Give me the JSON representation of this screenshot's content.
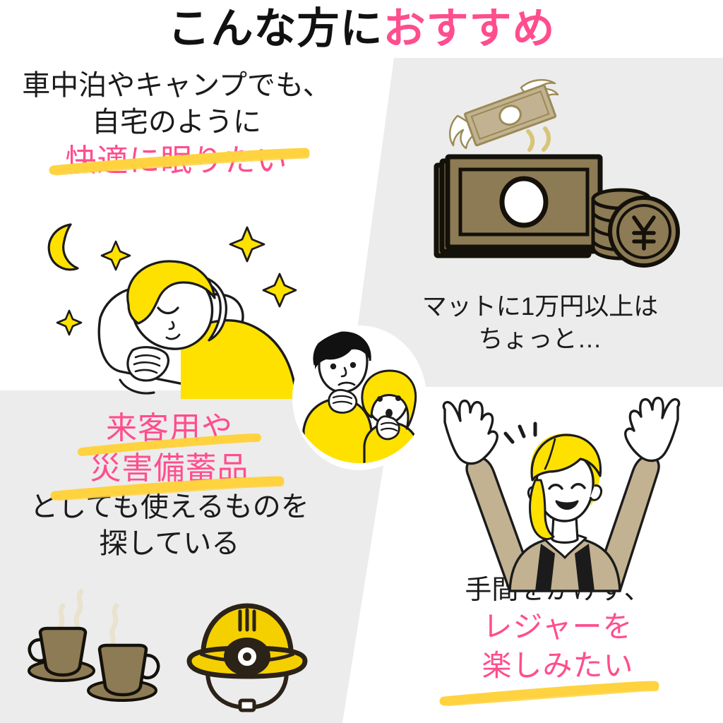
{
  "title": {
    "black_part": "こんな方に",
    "pink_part": "おすすめ"
  },
  "colors": {
    "pink": "#FF4D8D",
    "yellow": "#FFE100",
    "marker_yellow": "#FFD23F",
    "panel_gray": "#ECECEC",
    "ink": "#1B1B1B",
    "money_tan": "#8D7B55",
    "beige": "#C2B291",
    "background": "#FFFFFF"
  },
  "quadrants": {
    "top_left": {
      "name": "comfortable-sleep",
      "lines": [
        {
          "text": "車中泊やキャンプでも、",
          "color": "black",
          "underline": false
        },
        {
          "text": "自宅のように",
          "color": "black",
          "underline": false
        },
        {
          "text": "快適に眠りたい",
          "color": "pink",
          "underline": true
        }
      ],
      "illustration": "sleeping-woman-with-moon-and-sparkles"
    },
    "top_right": {
      "name": "price-concern",
      "lines": [
        {
          "text": "マットに1万円以上は",
          "color": "black",
          "underline": false
        },
        {
          "text": "ちょっと…",
          "color": "black",
          "underline": false
        }
      ],
      "illustration": "flying-money-banknotes-and-coins"
    },
    "bottom_left": {
      "name": "guest-and-disaster-stock",
      "lines": [
        {
          "text": "来客用や",
          "color": "pink",
          "underline": true,
          "tail_black": "や"
        },
        {
          "text": "災害備蓄品",
          "color": "pink",
          "underline": true
        },
        {
          "text": "としても使えるものを",
          "color": "black",
          "underline": false
        },
        {
          "text": "探している",
          "color": "black",
          "underline": false
        }
      ],
      "illustration": "coffee-cups-and-safety-helmet"
    },
    "bottom_right": {
      "name": "enjoy-leisure",
      "lines": [
        {
          "text": "手間をかけず、",
          "color": "black",
          "underline": false
        },
        {
          "text": "レジャーを",
          "color": "pink",
          "underline": false
        },
        {
          "text": "楽しみたい",
          "color": "pink",
          "underline": true
        }
      ],
      "illustration": "cheering-woman-arms-raised"
    }
  },
  "center_badge": {
    "name": "thinking-couple-badge",
    "description": "couple-thinking-illustration"
  },
  "icons": {
    "moon": "crescent-moon-icon",
    "sparkle": "sparkle-star-icon",
    "winged_bill": "winged-banknote-icon",
    "banknote_stack": "banknote-stack-icon",
    "coin_stack": "coin-stack-icon",
    "yen_coin": "yen-coin-icon",
    "coffee_cup": "coffee-cup-icon",
    "helmet": "safety-helmet-icon"
  }
}
